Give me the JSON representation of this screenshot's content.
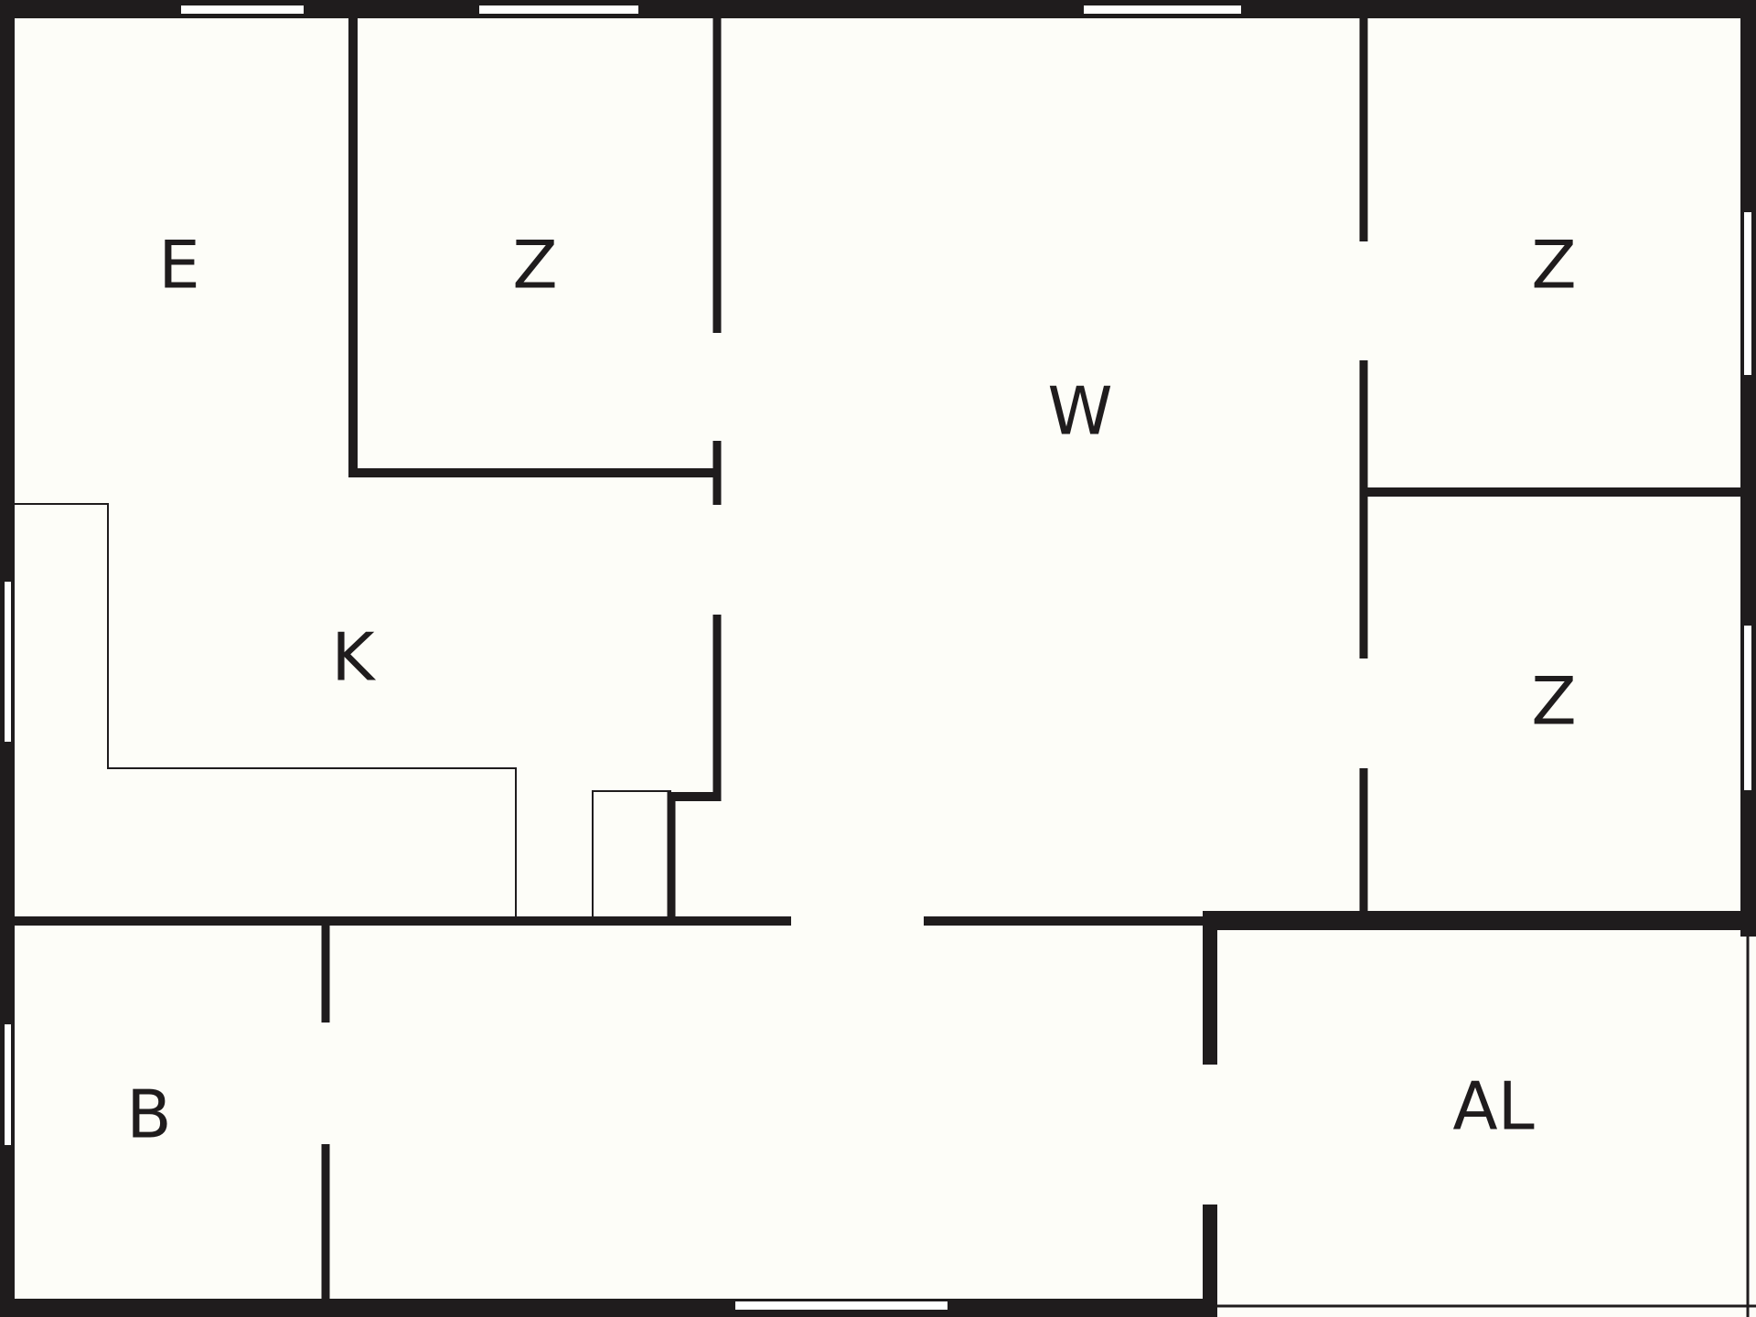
{
  "colors": {
    "background": "#fdfdf8",
    "wall": "#1f1c1d",
    "window": "#ffffff"
  },
  "rooms": {
    "e": "E",
    "z_top_left": "Z",
    "w": "W",
    "z_top_right": "Z",
    "k": "K",
    "z_right": "Z",
    "b": "B",
    "al": "AL"
  }
}
